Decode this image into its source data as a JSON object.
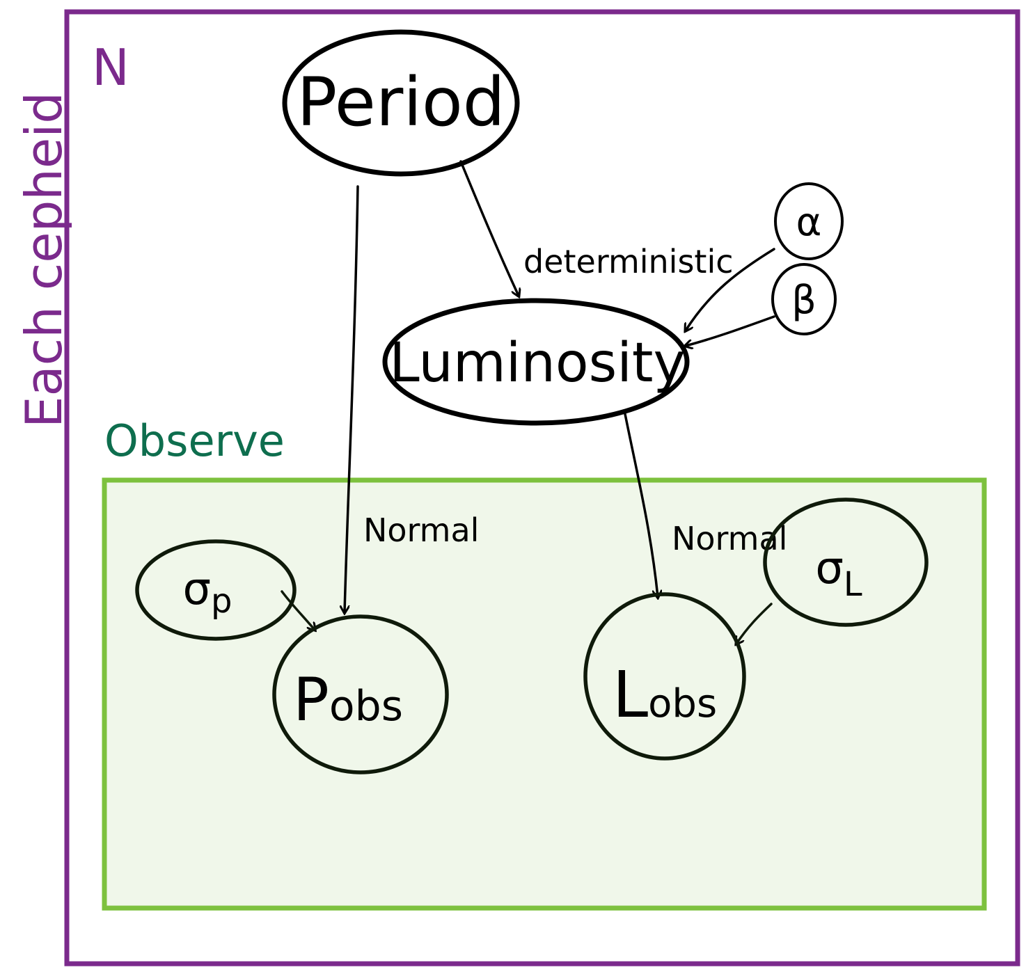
{
  "plates": {
    "outer": {
      "letter": "N",
      "label": "Each cepheid",
      "color": "#7b2a8c"
    },
    "observe": {
      "label": "Observe",
      "label_color": "#0e6e4e",
      "border_color": "#7dc13e",
      "fill_color": "#f0f7ea"
    }
  },
  "nodes": {
    "period": "Period",
    "luminosity": "Luminosity",
    "alpha": "α",
    "beta": "β",
    "sigma_p": {
      "symbol": "σ",
      "sub": "p"
    },
    "p_obs": {
      "main": "P",
      "sub": "obs"
    },
    "sigma_l": {
      "symbol": "σ",
      "sub": "L"
    },
    "l_obs": {
      "main": "L",
      "sub": "obs"
    }
  },
  "edges": {
    "period_to_luminosity": "deterministic",
    "period_to_pobs": "Normal",
    "luminosity_to_lobs": "Normal"
  }
}
